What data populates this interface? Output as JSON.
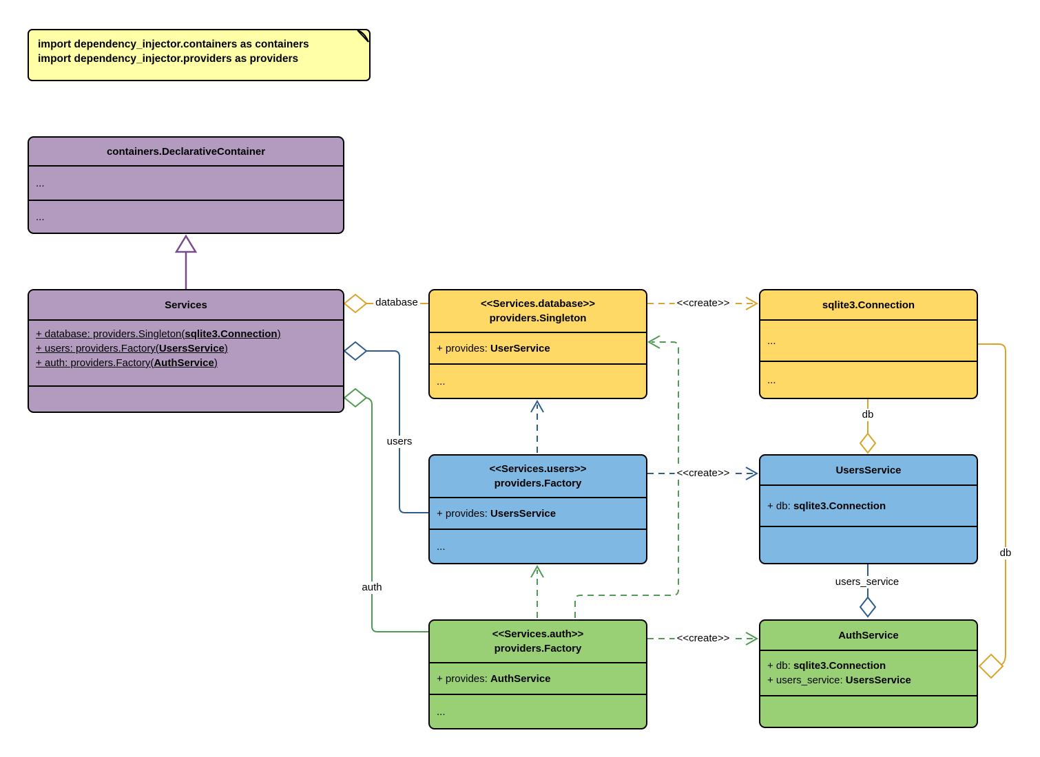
{
  "colors": {
    "purple-fill": "#B39BC0",
    "purple-line": "#774B8C",
    "yellow-fill": "#FFD966",
    "yellow-line": "#D9A32A",
    "blue-fill": "#7FB8E3",
    "blue-line": "#2D5B8E",
    "green-fill": "#99D075",
    "green-line": "#4E9A51",
    "note-fill": "#FFFFA8"
  },
  "note": {
    "line1": "import dependency_injector.containers as containers",
    "line2": "import dependency_injector.providers as providers"
  },
  "classes": {
    "declarative_container": {
      "title": "containers.DeclarativeContainer",
      "section1": "...",
      "section2": "..."
    },
    "services": {
      "title": "Services",
      "attr1": {
        "pre": "+ database: providers.Singleton(",
        "bold": "sqlite3.Connection",
        "post": ")"
      },
      "attr2": {
        "pre": "+ users: providers.Factory(",
        "bold": "UsersService",
        "post": ")"
      },
      "attr3": {
        "pre": "+ auth: providers.Factory(",
        "bold": "AuthService",
        "post": ")"
      }
    },
    "database_singleton": {
      "stereotype": "<<Services.database>>",
      "title": "providers.Singleton",
      "provides": {
        "pre": "+ provides: ",
        "bold": "UserService"
      },
      "more": "..."
    },
    "sqlite_connection": {
      "title": "sqlite3.Connection",
      "section1": "...",
      "section2": "..."
    },
    "users_factory": {
      "stereotype": "<<Services.users>>",
      "title": "providers.Factory",
      "provides": {
        "pre": "+ provides: ",
        "bold": "UsersService"
      },
      "more": "..."
    },
    "users_service": {
      "title": "UsersService",
      "attr1": {
        "pre": "+ db: ",
        "bold": "sqlite3.Connection"
      }
    },
    "auth_factory": {
      "stereotype": "<<Services.auth>>",
      "title": "providers.Factory",
      "provides": {
        "pre": "+ provides: ",
        "bold": "AuthService"
      },
      "more": "..."
    },
    "auth_service": {
      "title": "AuthService",
      "attr1": {
        "pre": "+ db: ",
        "bold": "sqlite3.Connection"
      },
      "attr2": {
        "pre": "+ users_service: ",
        "bold": "UsersService"
      }
    }
  },
  "edges": {
    "database_label": "database",
    "users_label": "users",
    "auth_label": "auth",
    "create_database_label": "<<create>>",
    "create_users_label": "<<create>>",
    "create_auth_label": "<<create>>",
    "db_users_label": "db",
    "db_auth_label": "db",
    "users_service_label": "users_service"
  }
}
